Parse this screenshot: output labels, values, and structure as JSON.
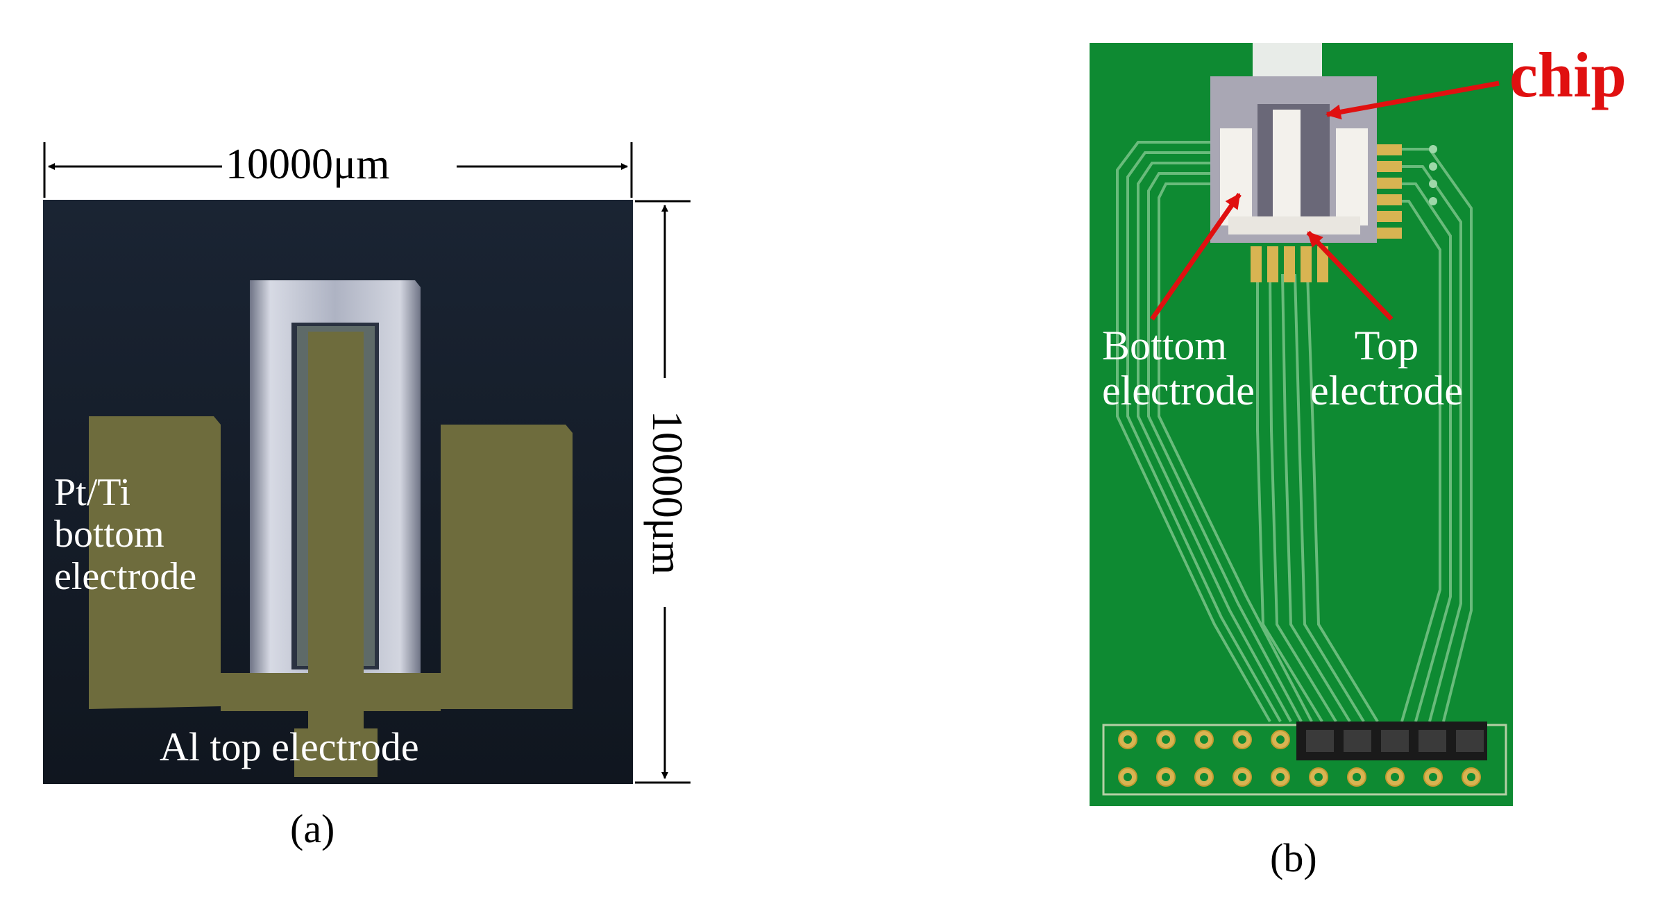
{
  "panel_a": {
    "width_dimension": "10000μm",
    "height_dimension": "10000μm",
    "bottom_electrode_label": [
      "Pt/Ti",
      "bottom",
      "electrode"
    ],
    "top_electrode_label": "Al top electrode",
    "caption": "(a)"
  },
  "panel_b": {
    "chip_label": "chip",
    "bottom_electrode_label": [
      "Bottom",
      "electrode"
    ],
    "top_electrode_label": [
      "Top",
      "electrode"
    ],
    "caption": "(b)"
  },
  "colors": {
    "substrate": "#16202e",
    "electrode_metal": "#6e6c3d",
    "trench": "#b0b4c4",
    "pcb_green": "#0e8a32",
    "pcb_trace": "#7fc98e",
    "gold_pad": "#d8b452",
    "annotation_red": "#e01010"
  }
}
